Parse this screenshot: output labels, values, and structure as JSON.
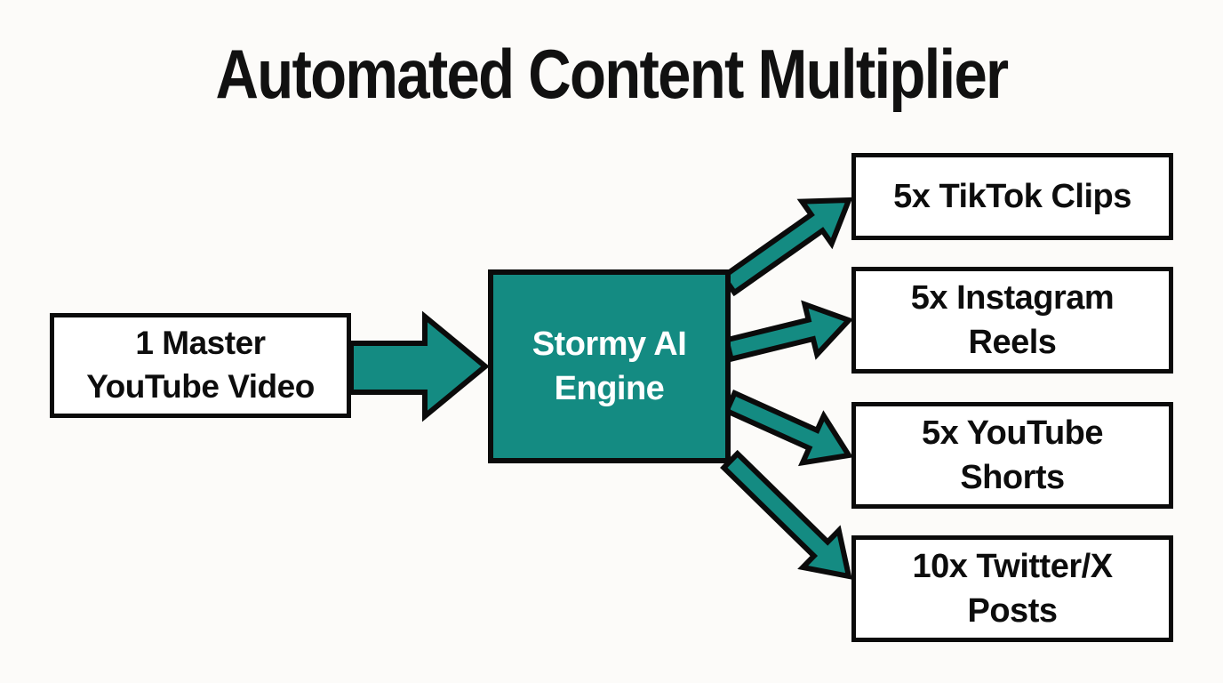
{
  "title": "Automated Content Multiplier",
  "source_box": {
    "label": "1 Master\nYouTube Video"
  },
  "engine_box": {
    "label": "Stormy AI\nEngine"
  },
  "output_boxes": [
    {
      "label": "5x TikTok Clips"
    },
    {
      "label": "5x Instagram\nReels"
    },
    {
      "label": "5x YouTube\nShorts"
    },
    {
      "label": "10x Twitter/X\nPosts"
    }
  ],
  "colors": {
    "accent_teal": "#148B82",
    "outline_black": "#0B0B0B",
    "box_background": "#FFFFFF",
    "canvas_background": "#FCFBF9",
    "title_text": "#111111",
    "box_text": "#0D0D0D",
    "engine_text": "#FFFFFF"
  }
}
